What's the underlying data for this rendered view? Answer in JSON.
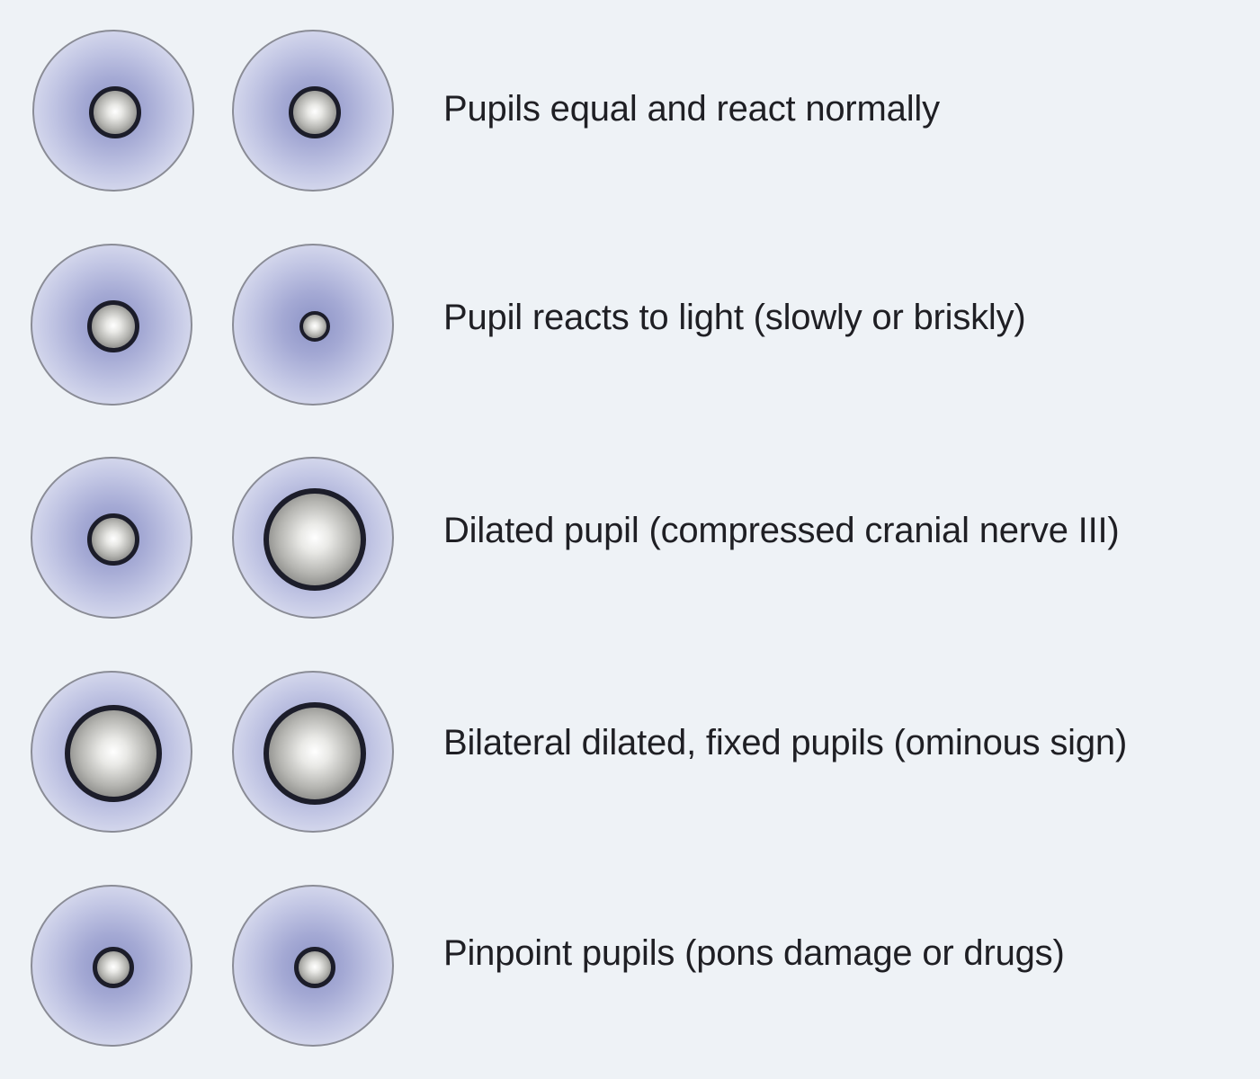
{
  "rows": [
    {
      "caption": "Pupils equal and react normally"
    },
    {
      "caption": "Pupil reacts to light (slowly or briskly)"
    },
    {
      "caption": "Dilated pupil (compressed cranial nerve III)"
    },
    {
      "caption": "Bilateral dilated, fixed pupils (ominous sign)"
    },
    {
      "caption": "Pinpoint pupils (pons damage or drugs)"
    }
  ],
  "colors": {
    "background": "#eef2f6",
    "iris": "#a4a9d4",
    "pupil_rim": "#1c1d2a",
    "text": "#1f1f24"
  }
}
